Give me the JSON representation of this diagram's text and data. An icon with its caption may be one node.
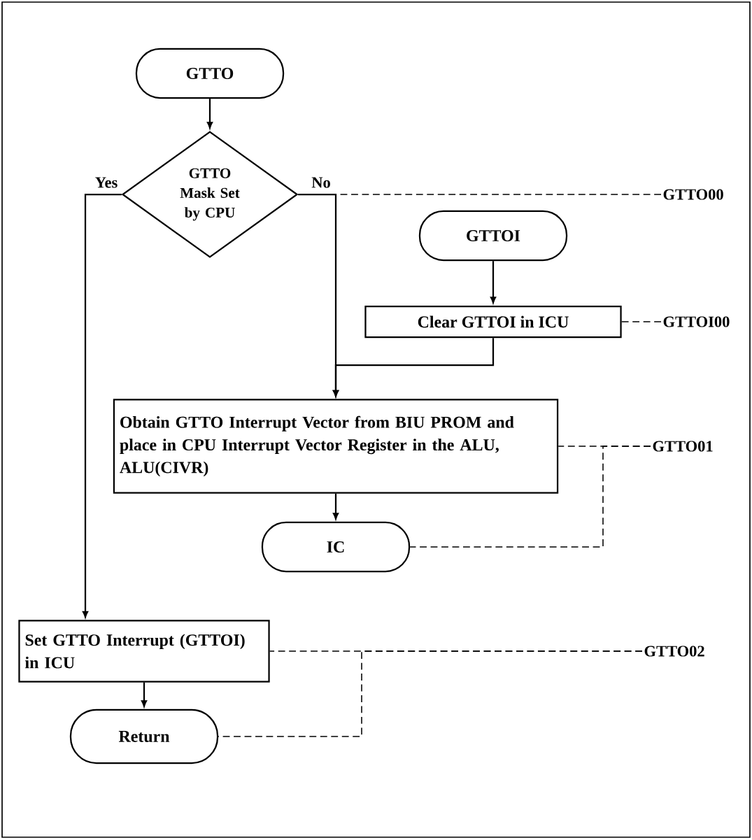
{
  "diagram": {
    "nodes": [
      {
        "text": [
          "GTTO"
        ]
      },
      {
        "text": [
          "GTTO Mask Set by CPU"
        ]
      },
      {
        "text": [
          "GTTOI"
        ]
      },
      {
        "text": [
          "Clear GTTOI in ICU"
        ]
      },
      {
        "text": [
          "Obtain GTTO Interrupt Vector from BIU PROM and place in CPU Interrupt Vector Register in the ALU, ALU(CIVR)"
        ]
      },
      {
        "text": [
          "IC"
        ]
      },
      {
        "text": [
          "Set GTTO Interrupt (GTTOI) in ICU"
        ]
      },
      {
        "text": [
          "Return"
        ]
      },
      {
        "text": [
          "GTTO00"
        ]
      },
      {
        "text": [
          "GTTOI00"
        ]
      },
      {
        "text": [
          "GTTO01"
        ]
      },
      {
        "text": [
          "GTTO02"
        ]
      }
    ],
    "edges": [
      {
        "from": 0,
        "to": 1,
        "arrow": "to"
      },
      {
        "from": 1,
        "to": 6,
        "arrow": "to",
        "label": "Yes"
      },
      {
        "from": 1,
        "to": 4,
        "arrow": "to",
        "label": "No"
      },
      {
        "from": 2,
        "to": 3,
        "arrow": "to"
      },
      {
        "from": 3,
        "to": 4,
        "arrow": "to"
      },
      {
        "from": 4,
        "to": 5,
        "arrow": "to"
      },
      {
        "from": 6,
        "to": 7,
        "arrow": "to"
      },
      {
        "from": 8,
        "to": 1,
        "arrow": "none",
        "style": "dashed"
      },
      {
        "from": 9,
        "to": 3,
        "arrow": "none",
        "style": "dashed"
      },
      {
        "from": 10,
        "to": 4,
        "arrow": "none",
        "style": "dashed"
      },
      {
        "from": 10,
        "to": 5,
        "arrow": "none",
        "style": "dashed"
      },
      {
        "from": 11,
        "to": 6,
        "arrow": "none",
        "style": "dashed"
      },
      {
        "from": 11,
        "to": 7,
        "arrow": "none",
        "style": "dashed"
      }
    ]
  }
}
